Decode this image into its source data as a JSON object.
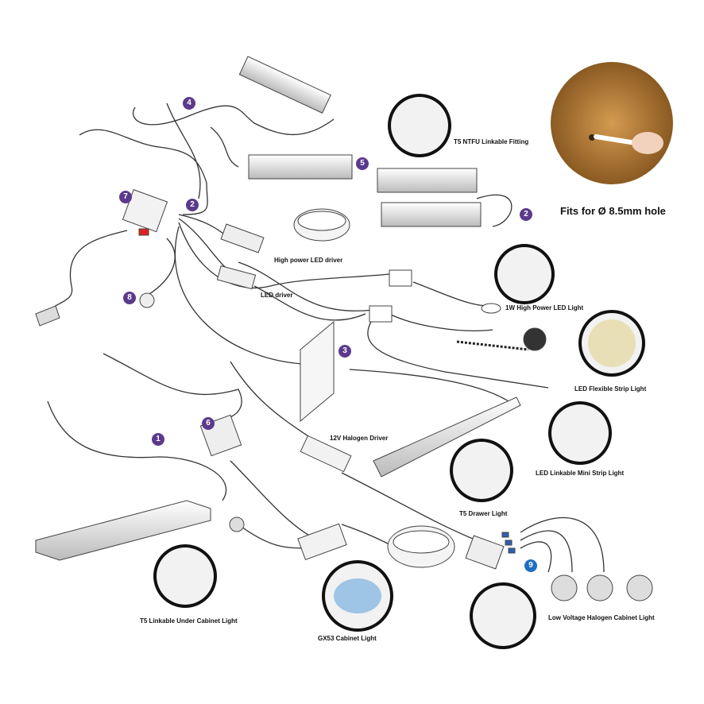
{
  "labels": {
    "t5_fitting": "T5 NTFU Linkable Fitting",
    "hole": "Fits for Ø 8.5mm hole",
    "hp_driver": "High power LED driver",
    "led_driver": "LED driver",
    "hp_light": "1W High Power LED Light",
    "flex_strip": "LED Flexible Strip Light",
    "halogen_driver": "12V Halogen Driver",
    "mini_strip": "LED Linkable Mini Strip Light",
    "drawer": "T5 Drawer Light",
    "under_cabinet": "T5 Linkable Under Cabinet Light",
    "gx53": "GX53 Cabinet Light",
    "halogen_light": "Low Voltage Halogen Cabinet Light"
  },
  "badges": [
    "1",
    "2",
    "2",
    "3",
    "4",
    "5",
    "6",
    "7",
    "8",
    "9"
  ],
  "colors": {
    "badge": "#5b3a8c",
    "badge_9": "#1f6fc2",
    "wire": "#333333",
    "wood": "#b8813e"
  }
}
